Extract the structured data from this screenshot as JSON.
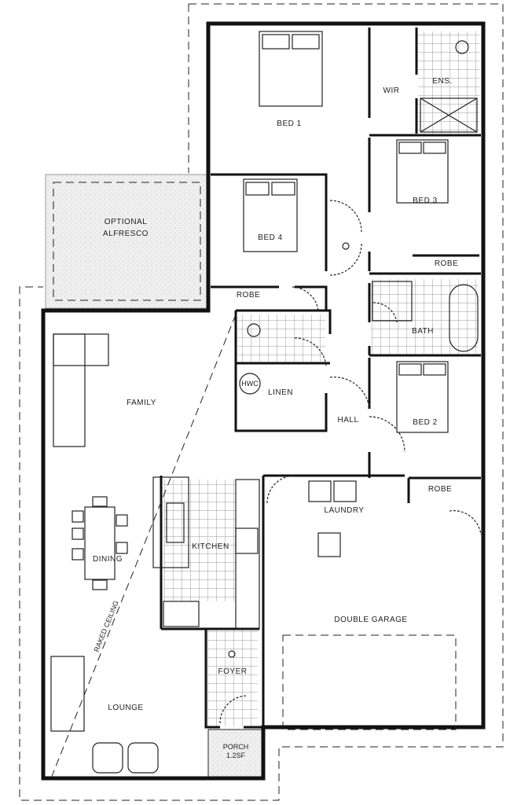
{
  "title": "Floor Plan",
  "rooms": {
    "bed1": "BED 1",
    "wir": "WIR",
    "ens": "ENS.",
    "bed3": "BED 3",
    "robe3": "ROBE",
    "bed4": "BED 4",
    "robe4": "ROBE",
    "bath": "BATH",
    "bed2": "BED 2",
    "robe2": "ROBE",
    "hall": "HALL",
    "linen": "LINEN",
    "hwc": "HWC",
    "alfresco_line1": "OPTIONAL",
    "alfresco_line2": "ALFRESCO",
    "family": "FAMILY",
    "dining": "DINING",
    "kitchen": "KITCHEN",
    "laundry": "LAUNDRY",
    "garage": "DOUBLE GARAGE",
    "foyer": "FOYER",
    "lounge": "LOUNGE",
    "porch_line1": "PORCH",
    "porch_line2": "1.2SF",
    "raked": "RAKED CEILING"
  },
  "colors": {
    "wall": "#111111",
    "tile": "#9a9a9a",
    "stipple": "#e6e6e6"
  }
}
